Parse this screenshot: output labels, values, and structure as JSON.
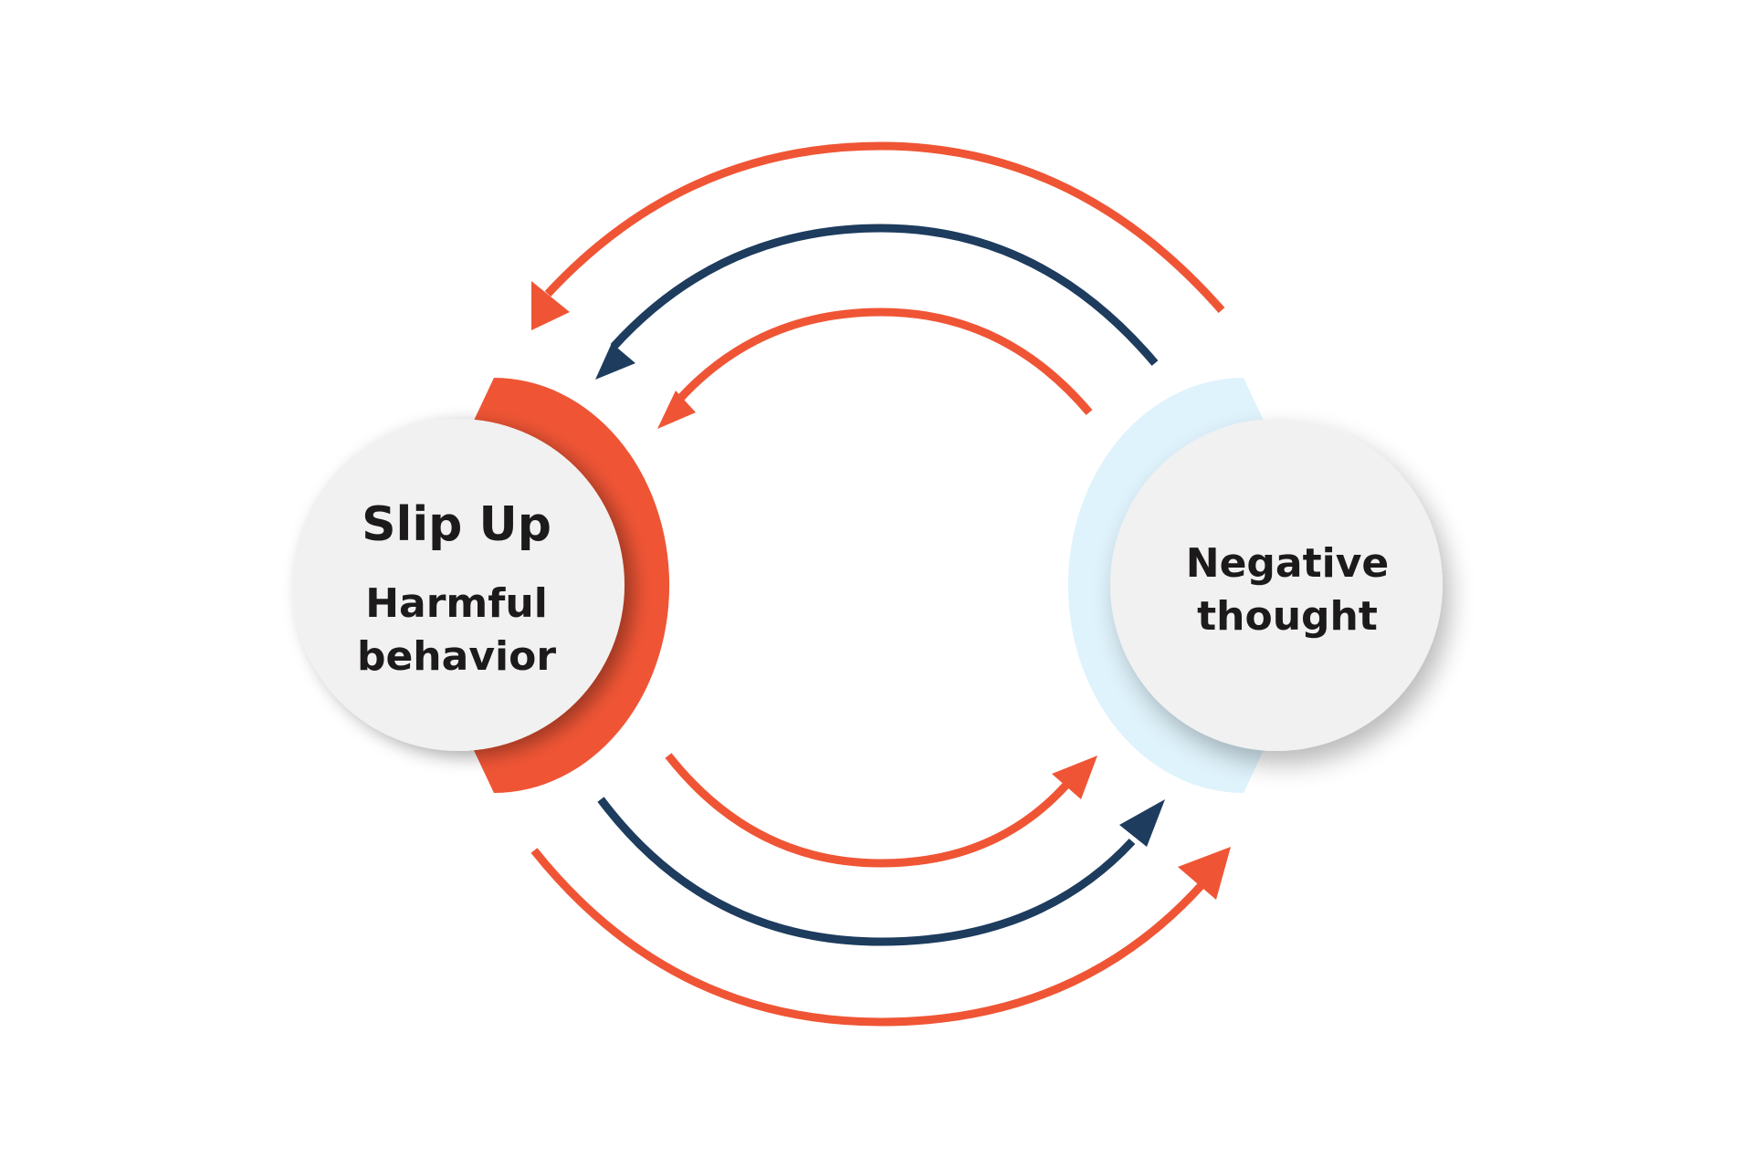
{
  "nodes": {
    "slip_up": {
      "title": "Slip Up",
      "subtitle_line1": "Harmful",
      "subtitle_line2": "behavior"
    },
    "negative_thought": {
      "line1": "Negative",
      "line2": "thought"
    }
  },
  "colors": {
    "orange": "#ef5535",
    "navy": "#1d3c5e",
    "light_blue": "#dff3fc",
    "circle_fill": "#f1f1f1",
    "text": "#1c1a1a",
    "background": "#ffffff"
  },
  "arrows": [
    {
      "from": "negative_thought",
      "to": "slip_up",
      "color": "orange"
    },
    {
      "from": "negative_thought",
      "to": "slip_up",
      "color": "navy"
    },
    {
      "from": "negative_thought",
      "to": "slip_up",
      "color": "orange"
    },
    {
      "from": "slip_up",
      "to": "negative_thought",
      "color": "orange"
    },
    {
      "from": "slip_up",
      "to": "negative_thought",
      "color": "navy"
    },
    {
      "from": "slip_up",
      "to": "negative_thought",
      "color": "orange"
    }
  ]
}
